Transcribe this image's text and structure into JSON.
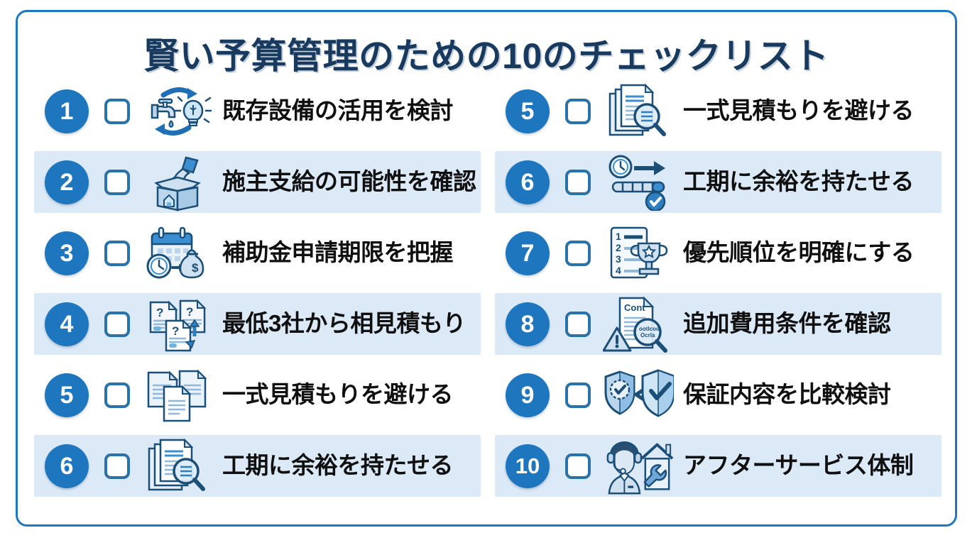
{
  "header": {
    "title": "賢い予算管理のための10のチェックリスト",
    "title_color": "#173A5E"
  },
  "theme": {
    "accent_blue": "#1E77BE",
    "stripe_blue": "#DCEAF8",
    "border_blue": "#1F77BE",
    "checkbox_border": "#2B72A8",
    "label_color": "#101010"
  },
  "columns": [
    {
      "name": "left-column",
      "items": [
        {
          "number": "1",
          "label": "既存設備の活用を検討",
          "icon": "faucet-bulb-recycle-icon",
          "striped": false,
          "checked": false
        },
        {
          "number": "2",
          "label": "施主支給の可能性を確認",
          "icon": "hand-box-house-icon",
          "striped": true,
          "checked": false
        },
        {
          "number": "3",
          "label": "補助金申請期限を把握",
          "icon": "calendar-clock-moneybag-icon",
          "striped": false,
          "checked": false
        },
        {
          "number": "4",
          "label": "最低3社から相見積もり",
          "icon": "question-documents-compare-icon",
          "striped": true,
          "checked": false
        },
        {
          "number": "5",
          "label": "一式見積もりを避ける",
          "icon": "stacked-documents-icon",
          "striped": false,
          "checked": false
        },
        {
          "number": "6",
          "label": "工期に余裕を持たせる",
          "icon": "documents-magnifier-icon",
          "striped": true,
          "checked": false
        }
      ]
    },
    {
      "name": "right-column",
      "items": [
        {
          "number": "5",
          "label": "一式見積もりを避ける",
          "icon": "documents-magnifier-icon",
          "striped": false,
          "checked": false
        },
        {
          "number": "6",
          "label": "工期に余裕を持たせる",
          "icon": "clock-timeline-check-icon",
          "striped": true,
          "checked": false
        },
        {
          "number": "7",
          "label": "優先順位を明確にする",
          "icon": "ranked-list-trophy-icon",
          "striped": false,
          "checked": false
        },
        {
          "number": "8",
          "label": "追加費用条件を確認",
          "icon": "contract-magnifier-warning-icon",
          "striped": true,
          "checked": false
        },
        {
          "number": "9",
          "label": "保証内容を比較検討",
          "icon": "shields-compare-icon",
          "striped": false,
          "checked": false
        },
        {
          "number": "10",
          "label": "アフターサービス体制",
          "icon": "support-agent-house-wrench-icon",
          "striped": true,
          "checked": false
        }
      ]
    }
  ]
}
